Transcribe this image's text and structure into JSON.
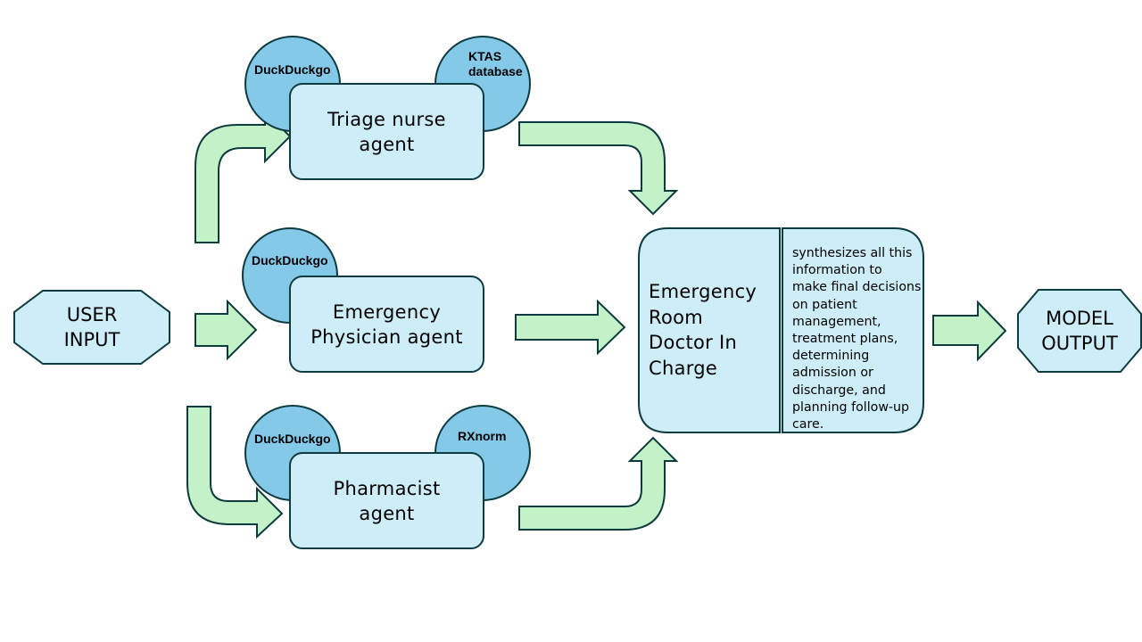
{
  "colors": {
    "arrow_fill": "#c3f1c8",
    "box_fill": "#cdedf8",
    "tool_circle_fill": "#85c9e9",
    "outline": "#0e3b3f"
  },
  "user_input": {
    "line1": "USER",
    "line2": "INPUT"
  },
  "model_output": {
    "line1": "MODEL",
    "line2": "OUTPUT"
  },
  "agents": {
    "triage": {
      "line1": "Triage nurse",
      "line2": "agent",
      "tools": [
        "DuckDuckgo",
        "KTAS database"
      ]
    },
    "physician": {
      "line1": "Emergency",
      "line2": "Physician agent",
      "tools": [
        "DuckDuckgo"
      ]
    },
    "pharmacist": {
      "line1": "Pharmacist",
      "line2": "agent",
      "tools": [
        "DuckDuckgo",
        "RXnorm"
      ]
    }
  },
  "tool_labels": {
    "ktas_line1": "KTAS",
    "ktas_line2": "database"
  },
  "doctor": {
    "title_lines": [
      "Emergency",
      "Room",
      "Doctor In",
      "Charge"
    ],
    "description_lines": [
      "synthesizes all this",
      "information to",
      "make final decisions",
      "on patient",
      "management,",
      "treatment plans,",
      "determining",
      "admission or",
      "discharge, and",
      "planning follow-up",
      "care."
    ]
  }
}
